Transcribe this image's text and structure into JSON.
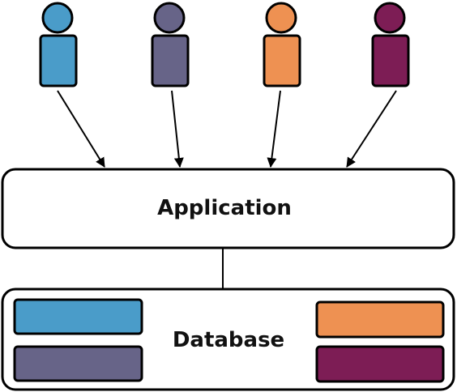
{
  "application": {
    "label": "Application"
  },
  "database": {
    "label": "Database"
  },
  "users": [
    {
      "name": "user-1",
      "color": "#4a9cc9"
    },
    {
      "name": "user-2",
      "color": "#676488"
    },
    {
      "name": "user-3",
      "color": "#ee9152"
    },
    {
      "name": "user-4",
      "color": "#7d1d55"
    }
  ],
  "db_blocks": [
    {
      "name": "db-block-blue",
      "color": "#4a9cc9"
    },
    {
      "name": "db-block-slate",
      "color": "#676488"
    },
    {
      "name": "db-block-orange",
      "color": "#ee9152"
    },
    {
      "name": "db-block-plum",
      "color": "#7d1d55"
    }
  ],
  "stroke_color": "#000000"
}
